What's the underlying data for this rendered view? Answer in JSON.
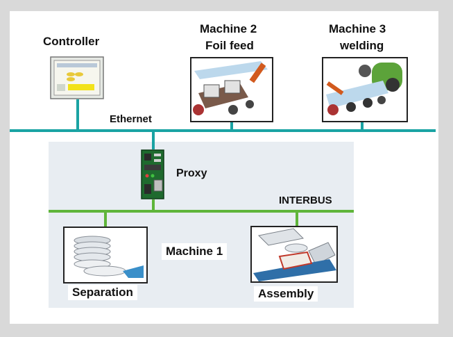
{
  "nodes": {
    "controller": {
      "label": "Controller"
    },
    "machine2": {
      "title": "Machine 2",
      "subtitle": "Foil feed"
    },
    "machine3": {
      "title": "Machine 3",
      "subtitle": "welding"
    },
    "proxy": {
      "label": "Proxy"
    },
    "machine1": {
      "label": "Machine 1"
    },
    "separation": {
      "label": "Separation"
    },
    "assembly": {
      "label": "Assembly"
    }
  },
  "buses": {
    "ethernet": {
      "label": "Ethernet",
      "color": "#1aa3a3"
    },
    "interbus": {
      "label": "INTERBUS",
      "color": "#5fb53a"
    }
  },
  "colors": {
    "frame": "#d9d9d9",
    "region": "#e8edf2"
  }
}
